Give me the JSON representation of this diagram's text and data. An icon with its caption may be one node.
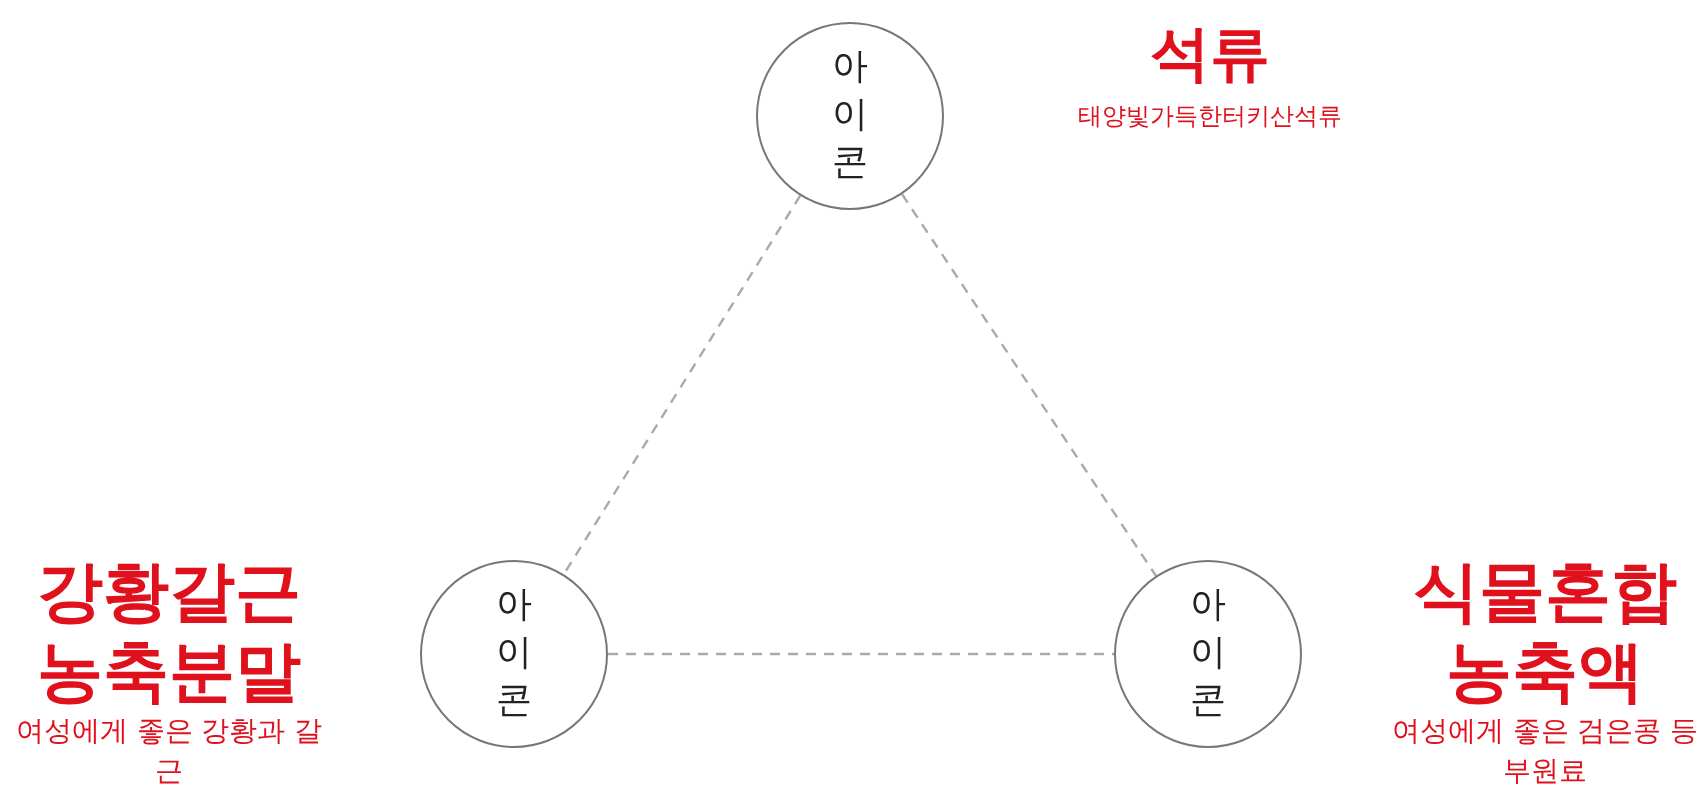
{
  "diagram": {
    "nodes": [
      {
        "text": [
          "아이콘"
        ],
        "beside": [
          "석류",
          "태양빛가득한터키산석류"
        ]
      },
      {
        "text": [
          "아이콘"
        ],
        "beside": [
          "강황갈근 농축분말",
          "여성에게 좋은 강황과 갈근"
        ]
      },
      {
        "text": [
          "아이콘"
        ],
        "beside": [
          "식물혼합 농축액",
          "여성에게 좋은 검은콩 등 부원료"
        ]
      }
    ],
    "edges": [
      {
        "from": 0,
        "to": 1,
        "arrow": "none",
        "style": "dashed"
      },
      {
        "from": 0,
        "to": 2,
        "arrow": "none",
        "style": "dashed"
      },
      {
        "from": 1,
        "to": 2,
        "arrow": "none",
        "style": "dashed"
      }
    ]
  }
}
